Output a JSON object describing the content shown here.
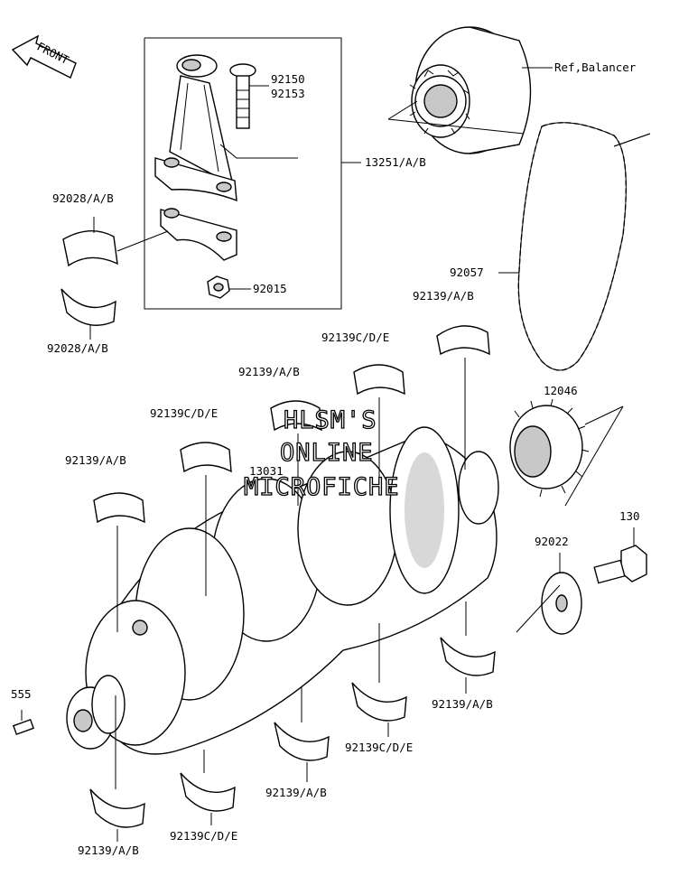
{
  "front_label": "FRONT",
  "parts": {
    "bolt_a": "92150",
    "bolt_b": "92153",
    "ref_balancer": "Ref,Balancer",
    "conrod_assy": "13251/A/B",
    "bearing_upper": "92028/A/B",
    "bearing_lower": "92028/A/B",
    "nut": "92015",
    "chain": "92057",
    "b1": "92139/A/B",
    "b2": "92139C/D/E",
    "b3": "92139/A/B",
    "b4": "92139C/D/E",
    "b5": "92139/A/B",
    "crankshaft": "13031",
    "gear": "12046",
    "bolt_130": "130",
    "washer": "92022",
    "pin": "555",
    "b6": "92139/A/B",
    "b7": "92139C/D/E",
    "b8": "92139/A/B",
    "b9": "92139C/D/E",
    "b10": "92139/A/B"
  },
  "watermark": {
    "line1": "HLSM'S",
    "line2": "ONLINE",
    "line3": "MICROFICHE"
  }
}
